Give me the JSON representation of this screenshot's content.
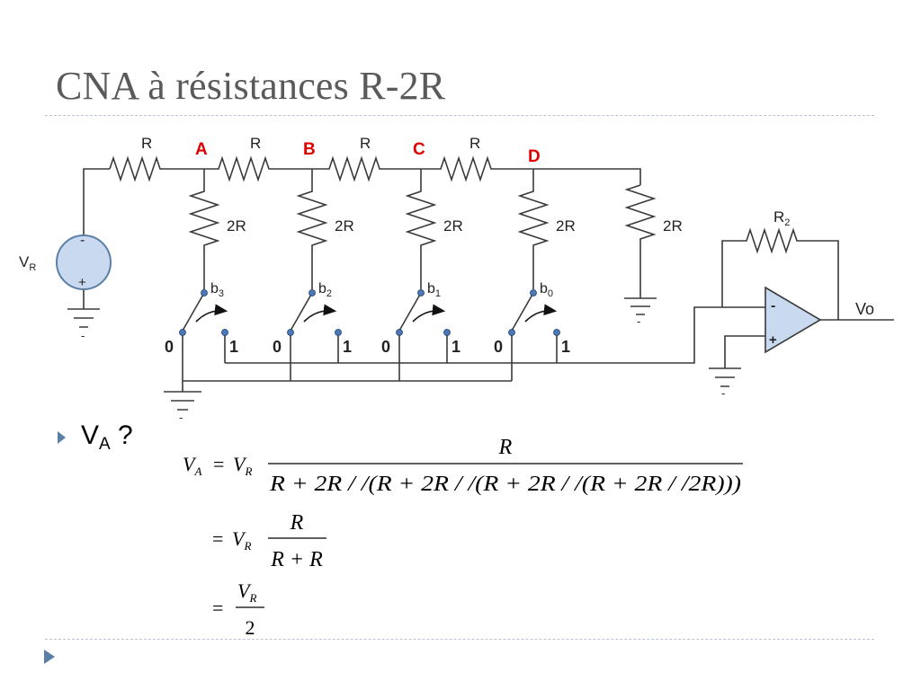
{
  "slide": {
    "title": "CNA à résistances R-2R",
    "bullet": {
      "main": "V",
      "sub": "A",
      "suffix": " ?"
    }
  },
  "circuit": {
    "source": {
      "label": "V",
      "sub": "R",
      "minus": "-",
      "plus": "+"
    },
    "series_resistor_label": "R",
    "shunt_resistor_label": "2R",
    "nodes": [
      "A",
      "B",
      "C",
      "D"
    ],
    "node_color": "#e00000",
    "switches": [
      {
        "bit": "b",
        "index": "3",
        "off": "0",
        "on": "1"
      },
      {
        "bit": "b",
        "index": "2",
        "off": "0",
        "on": "1"
      },
      {
        "bit": "b",
        "index": "1",
        "off": "0",
        "on": "1"
      },
      {
        "bit": "b",
        "index": "0",
        "off": "0",
        "on": "1"
      }
    ],
    "opamp": {
      "feedback_label": "R",
      "feedback_sub": "2",
      "inv": "-",
      "noninv": "+",
      "output": "Vo"
    },
    "ground_minus": "-"
  },
  "equations": {
    "lhs": "V",
    "lhs_sub": "A",
    "eq": "=",
    "vr": "V",
    "vr_sub": "R",
    "frac1_num": "R",
    "frac1_den": "R + 2R / /(R + 2R / /(R + 2R / /(R + 2R / /2R)))",
    "frac2_num": "R",
    "frac2_den": "R + R",
    "frac3_num": "V",
    "frac3_num_sub": "R",
    "frac3_den": "2"
  },
  "colors": {
    "wire": "#3a3a3a",
    "accent": "#5b7fa6",
    "source_fill": "#c9daf0",
    "source_stroke": "#5b7fa6",
    "opamp_fill": "#c9daf0",
    "contact": "#4a78b8"
  }
}
